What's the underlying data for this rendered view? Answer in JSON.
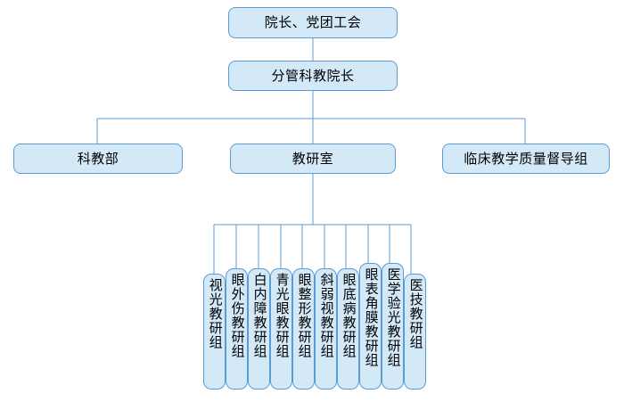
{
  "diagram": {
    "title_node": {
      "label": "院长、党团工会"
    },
    "second_node": {
      "label": "分管科教院长"
    },
    "third_row": [
      {
        "label": "科教部"
      },
      {
        "label": "教研室"
      },
      {
        "label": "临床教学质量督导组"
      }
    ],
    "teaching_groups": [
      {
        "label": "视光教研组"
      },
      {
        "label": "眼外伤教研组"
      },
      {
        "label": "白内障教研组"
      },
      {
        "label": "青光眼教研组"
      },
      {
        "label": "眼整形教研组"
      },
      {
        "label": "斜弱视教研组"
      },
      {
        "label": "眼底病教研组"
      },
      {
        "label": "眼表角膜教研组"
      },
      {
        "label": "医学验光教研组"
      },
      {
        "label": "医技教研组"
      }
    ],
    "colors": {
      "node_fill": "#d3e9f8",
      "node_border": "#5b9bd5",
      "connector": "#5b9bd5",
      "background": "#ffffff",
      "text": "#000000"
    }
  }
}
